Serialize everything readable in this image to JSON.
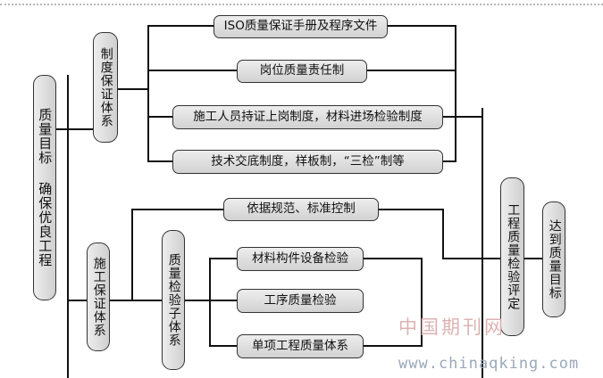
{
  "diagram": {
    "left_nodes": {
      "quality_goal": "质量目标 确保优良工程",
      "system_guarantee": "制度保证体系",
      "construction_guarantee": "施工保证体系",
      "inspection_subsystem": "质量检验子体系"
    },
    "system_items": [
      "ISO质量保证手册及程序文件",
      "岗位质量责任制",
      "施工人员持证上岗制度，材料进场检验制度",
      "技术交底制度，样板制，“三检”制等"
    ],
    "construction_items": {
      "standard_control": "依据规范、标准控制",
      "inspection_items": [
        "材料构件设备检验",
        "工序质量检验",
        "单项工程质量体系"
      ]
    },
    "right_nodes": {
      "evaluation": "工程质量检验评定",
      "target": "达到质量目标"
    }
  },
  "watermark": {
    "name": "中国期刊网",
    "url": "www.chinaqking.com"
  }
}
